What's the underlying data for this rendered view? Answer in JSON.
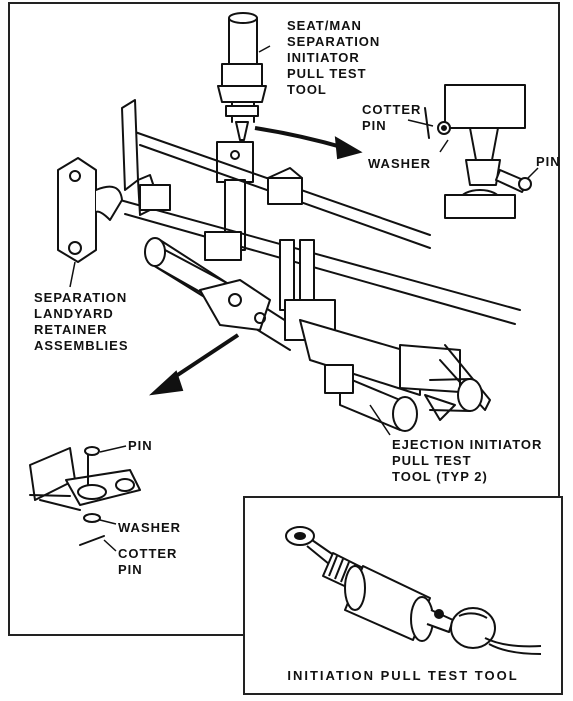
{
  "labels": {
    "seat_man": [
      "SEAT/MAN",
      "SEPARATION",
      "INITIATOR",
      "PULL TEST",
      "TOOL"
    ],
    "cotter_pin_top": [
      "COTTER",
      "PIN"
    ],
    "washer_top": "WASHER",
    "pin_top": "PIN",
    "separation_landyard": [
      "SEPARATION",
      "LANDYARD",
      "RETAINER",
      "ASSEMBLIES"
    ],
    "ejection_initiator": [
      "EJECTION INITIATOR",
      "PULL TEST",
      "TOOL (TYP 2)"
    ],
    "pin_bottom": "PIN",
    "washer_bottom": "WASHER",
    "cotter_pin_bottom": [
      "COTTER",
      "PIN"
    ]
  },
  "inset": {
    "caption": "INITIATION PULL TEST TOOL"
  }
}
